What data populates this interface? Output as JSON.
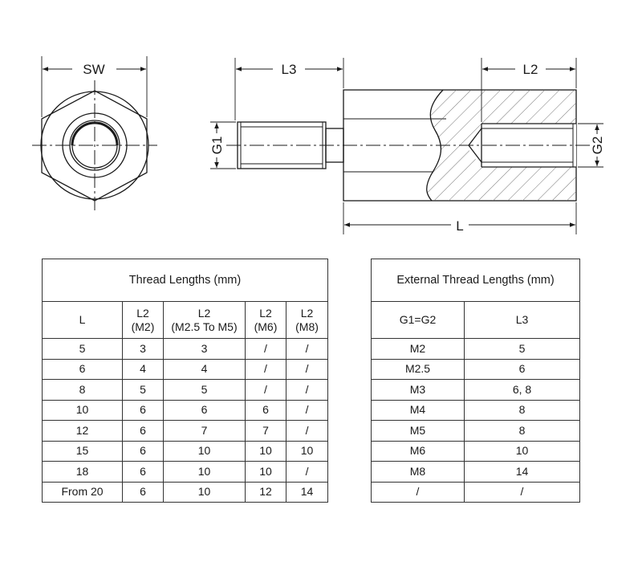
{
  "dimension_labels": {
    "sw": "SW",
    "l3": "L3",
    "l2": "L2",
    "g1": "G1",
    "g2": "G2",
    "l": "L"
  },
  "thread_lengths_table": {
    "title": "Thread Lengths (mm)",
    "headers": [
      {
        "main": "L",
        "sub": ""
      },
      {
        "main": "L2",
        "sub": "(M2)"
      },
      {
        "main": "L2",
        "sub": "(M2.5 To M5)"
      },
      {
        "main": "L2",
        "sub": "(M6)"
      },
      {
        "main": "L2",
        "sub": "(M8)"
      }
    ],
    "rows": [
      [
        "5",
        "3",
        "3",
        "/",
        "/"
      ],
      [
        "6",
        "4",
        "4",
        "/",
        "/"
      ],
      [
        "8",
        "5",
        "5",
        "/",
        "/"
      ],
      [
        "10",
        "6",
        "6",
        "6",
        "/"
      ],
      [
        "12",
        "6",
        "7",
        "7",
        "/"
      ],
      [
        "15",
        "6",
        "10",
        "10",
        "10"
      ],
      [
        "18",
        "6",
        "10",
        "10",
        "/"
      ],
      [
        "From 20",
        "6",
        "10",
        "12",
        "14"
      ]
    ]
  },
  "external_thread_table": {
    "title": "External Thread Lengths (mm)",
    "headers": [
      "G1=G2",
      "L3"
    ],
    "rows": [
      [
        "M2",
        "5"
      ],
      [
        "M2.5",
        "6"
      ],
      [
        "M3",
        "6, 8"
      ],
      [
        "M4",
        "8"
      ],
      [
        "M5",
        "8"
      ],
      [
        "M6",
        "10"
      ],
      [
        "M8",
        "14"
      ],
      [
        "/",
        "/"
      ]
    ]
  }
}
